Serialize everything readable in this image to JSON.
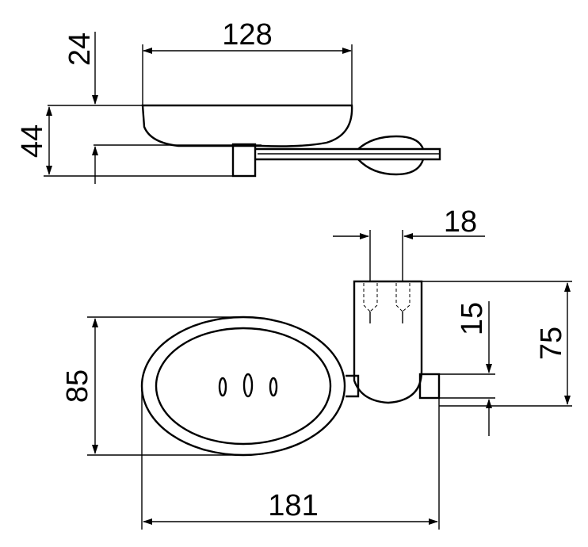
{
  "dimensions": {
    "top_width": "128",
    "top_rim_height": "24",
    "top_total_height": "44",
    "screw_spacing": "18",
    "post_height": "15",
    "bracket_height": "75",
    "dish_depth": "85",
    "overall_length": "181"
  },
  "colors": {
    "line": "#000000",
    "background": "#ffffff"
  },
  "icons": [
    "arrow-head-icon"
  ]
}
